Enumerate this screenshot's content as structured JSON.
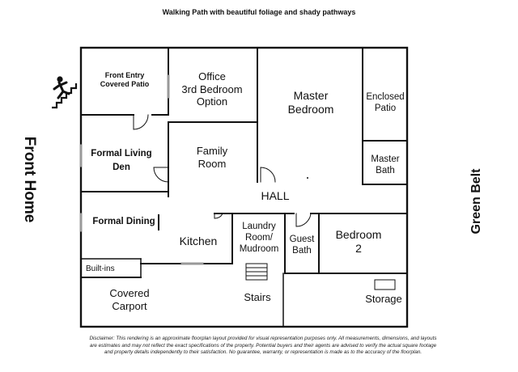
{
  "caption": "Walking Path  with beautiful foliage and shady pathways",
  "side_labels": {
    "left": "Front Home",
    "right": "Green Belt"
  },
  "icons": {
    "entry": "person-climbing-stairs-icon"
  },
  "rooms": {
    "front_entry": [
      "Front Entry",
      "Covered Patio"
    ],
    "office": [
      "Office",
      "3rd Bedroom",
      "Option"
    ],
    "master_bedroom": [
      "Master",
      "Bedroom"
    ],
    "enclosed_patio": [
      "Enclosed",
      "Patio"
    ],
    "formal_living": [
      "Formal Living",
      "Den"
    ],
    "family_room": [
      "Family",
      "Room"
    ],
    "master_bath": [
      "Master",
      "Bath"
    ],
    "hall": "HALL",
    "formal_dining": "Formal Dining",
    "kitchen": "Kitchen",
    "laundry": [
      "Laundry",
      "Room/",
      "Mudroom"
    ],
    "guest_bath": [
      "Guest",
      "Bath"
    ],
    "bedroom2": [
      "Bedroom",
      "2"
    ],
    "built_ins": "Built-ins",
    "carport": [
      "Covered",
      "Carport"
    ],
    "stairs": "Stairs",
    "storage": "Storage"
  },
  "disclaimer": "Disclaimer: This rendering is an approximate floorplan layout provided for visual representation purposes only. All measurements, dimensions, and layouts are estimates and may not reflect the exact specifications of the property. Potential buyers and their agents are advised to verify the actual square footage and property details independently to their satisfaction. No guarantee, warranty, or representation is made as to the accuracy of the floorplan."
}
